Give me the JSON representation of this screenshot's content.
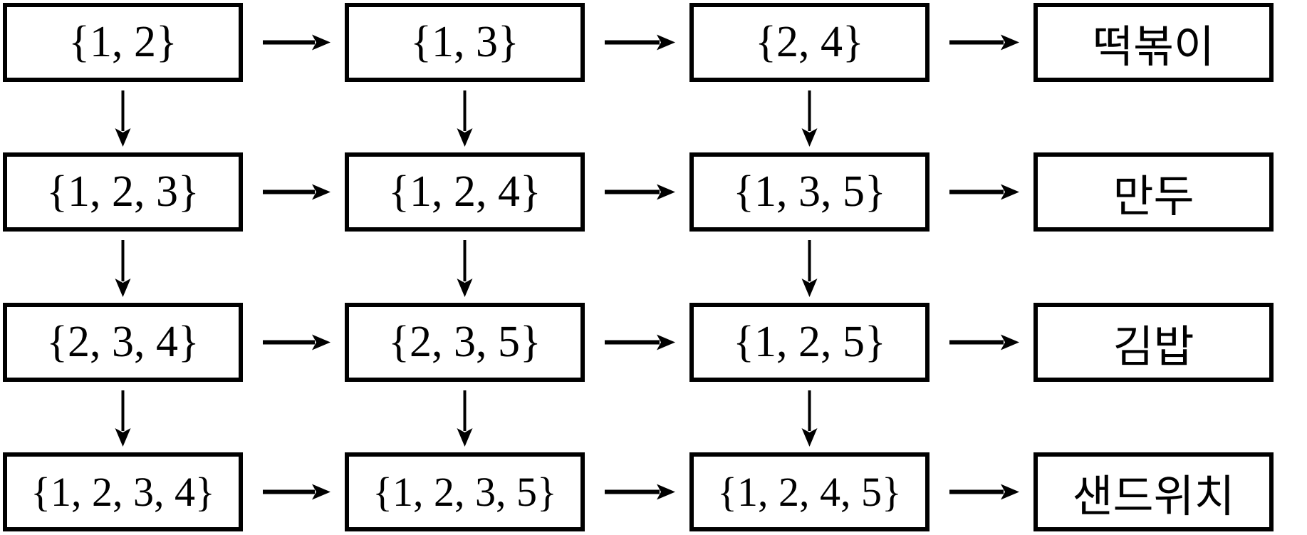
{
  "grid": [
    [
      "{1, 2}",
      "{1, 3}",
      "{2, 4}",
      "떡볶이"
    ],
    [
      "{1, 2, 3}",
      "{1, 2, 4}",
      "{1, 3, 5}",
      "만두"
    ],
    [
      "{2, 3, 4}",
      "{2, 3, 5}",
      "{1, 2, 5}",
      "김밥"
    ],
    [
      "{1, 2, 3, 4}",
      "{1, 2, 3, 5}",
      "{1, 2, 4, 5}",
      "샌드위치"
    ]
  ],
  "arrow_color": "#000000"
}
